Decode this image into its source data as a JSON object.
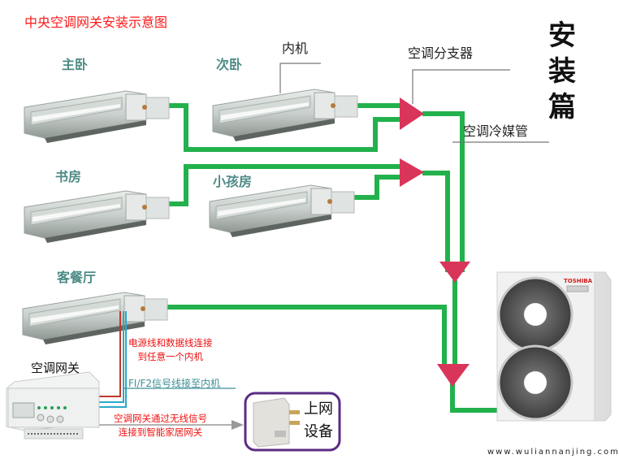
{
  "title": "中央空调网关安装示意图",
  "side_title": [
    "安",
    "装",
    "篇"
  ],
  "rooms": {
    "master_bedroom": "主卧",
    "second_bedroom": "次卧",
    "study": "书房",
    "kids_room": "小孩房",
    "living_dining": "客餐厅"
  },
  "callouts": {
    "indoor_unit": "内机",
    "branch": "空调分支器",
    "refrigerant_pipe": "空调冷媒管"
  },
  "notes": {
    "power_data_line_1": "电源线和数据线连接",
    "power_data_line_2": "到任意一个内机",
    "signal_line": "FI/F2信号线接至内机",
    "wireless_1": "空调网关通过无线信号",
    "wireless_2": "连接到智能家居网关"
  },
  "gateway": {
    "label": "空调网关"
  },
  "network_device": {
    "line1": "上网",
    "line2": "设备"
  },
  "outdoor_unit": {
    "brand": "TOSHIBA"
  },
  "watermark": "www.wuliannanjing.com",
  "colors": {
    "pipe": "#22b14c",
    "branch": "#d9345a",
    "title": "#ff1a1a",
    "room_label": "#4d8a86",
    "power_line": "#c0392b",
    "data_line": "#2aa8c8",
    "device_border": "#5b2c83"
  }
}
